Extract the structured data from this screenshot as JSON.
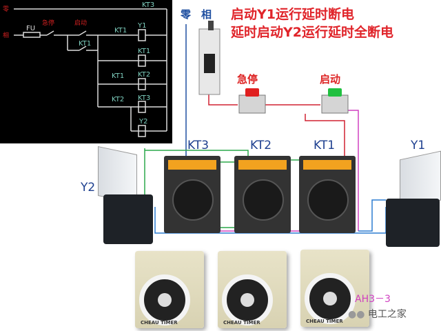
{
  "schematic": {
    "neutral_label": "零",
    "phase_label": "相",
    "fuse_label": "FU",
    "estop_label": "急停",
    "start_label": "启动",
    "contacts": [
      "KT3",
      "KT1",
      "KT1",
      "KT1",
      "KT2"
    ],
    "coils": [
      "Y1",
      "KT1",
      "KT2",
      "KT3",
      "Y2"
    ]
  },
  "header": {
    "neutral_label": "零",
    "phase_label": "相",
    "title_line1": "启动Y1运行延时断电",
    "title_line2": "延时启动Y2运行延时全断电"
  },
  "buttons": {
    "estop_label": "急停",
    "start_label": "启动",
    "estop_color": "#e02020",
    "start_color": "#20c040"
  },
  "relays": [
    "KT3",
    "KT2",
    "KT1"
  ],
  "valves": {
    "left": "Y2",
    "right": "Y1"
  },
  "timers": {
    "brand": "CHEAU TIMER",
    "model_label": "AH3－3"
  },
  "watermark": "电工之家",
  "wire_colors": {
    "green": "#2aa84a",
    "blue": "#2a7bd0",
    "red": "#d02030",
    "magenta": "#d040c0"
  }
}
